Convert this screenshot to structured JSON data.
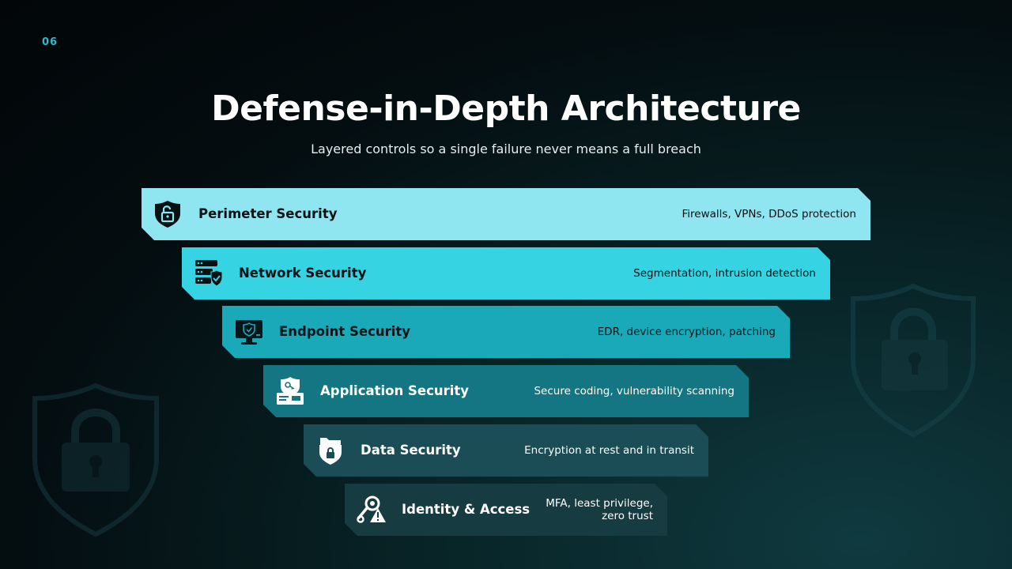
{
  "slide_number": "06",
  "title": "Defense-in-Depth Architecture",
  "subtitle": "Layered controls so a single failure never means a full breach",
  "layers": [
    {
      "name": "Perimeter Security",
      "description": "Firewalls, VPNs, DDoS protection",
      "icon": "shield-lock-icon"
    },
    {
      "name": "Network Security",
      "description": "Segmentation, intrusion detection",
      "icon": "server-shield-icon"
    },
    {
      "name": "Endpoint Security",
      "description": "EDR, device encryption, patching",
      "icon": "monitor-shield-icon"
    },
    {
      "name": "Application Security",
      "description": "Secure coding, vulnerability scanning",
      "icon": "app-window-shield-icon"
    },
    {
      "name": "Data Security",
      "description": "Encryption at rest and in transit",
      "icon": "folder-shield-icon"
    },
    {
      "name": "Identity & Access",
      "description": "MFA, least privilege, zero trust",
      "icon": "key-search-warning-icon"
    }
  ],
  "colors": {
    "accent": "#2fb7cf",
    "layer_1": "#8fe6f0",
    "layer_2": "#36d3e2",
    "layer_3": "#1aa9b8",
    "layer_4": "#147682",
    "layer_5": "#1a4d55",
    "layer_6": "#163b41"
  }
}
